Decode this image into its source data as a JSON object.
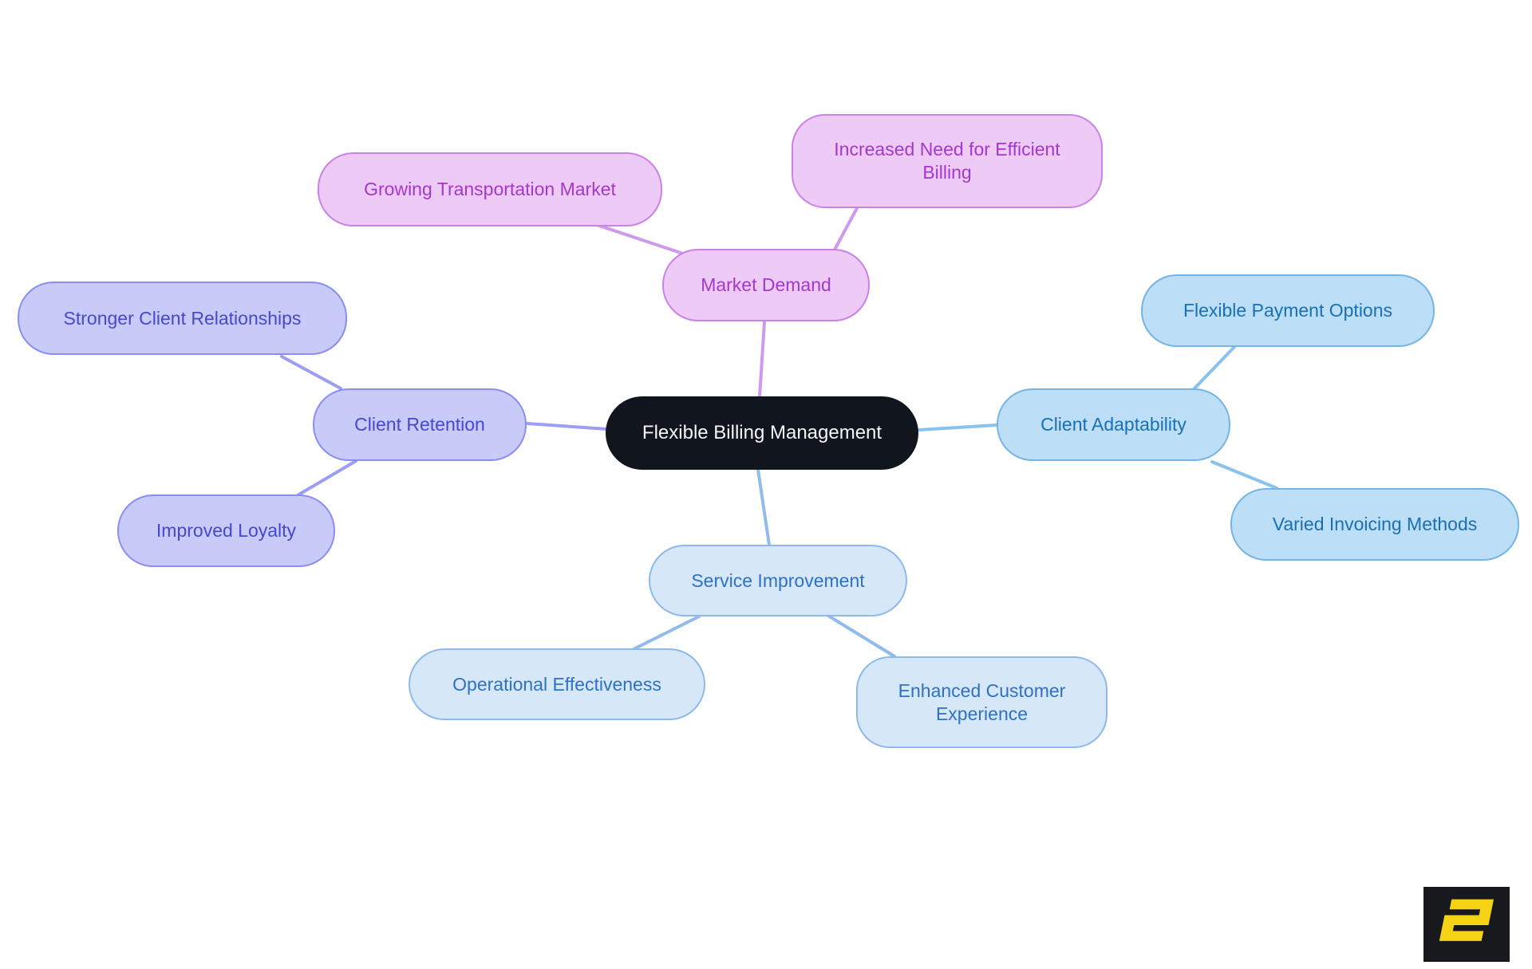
{
  "mindmap": {
    "root": {
      "label": "Flexible Billing Management"
    },
    "branches": [
      {
        "label": "Market Demand",
        "theme": "market",
        "children": [
          {
            "label": "Growing Transportation Market"
          },
          {
            "label": "Increased Need for Efficient Billing"
          }
        ]
      },
      {
        "label": "Client Retention",
        "theme": "retention",
        "children": [
          {
            "label": "Stronger Client Relationships"
          },
          {
            "label": "Improved Loyalty"
          }
        ]
      },
      {
        "label": "Client Adaptability",
        "theme": "adaptability",
        "children": [
          {
            "label": "Flexible Payment Options"
          },
          {
            "label": "Varied Invoicing Methods"
          }
        ]
      },
      {
        "label": "Service Improvement",
        "theme": "service",
        "children": [
          {
            "label": "Operational Effectiveness"
          },
          {
            "label": "Enhanced Customer Experience"
          }
        ]
      }
    ]
  },
  "theme": {
    "page": {
      "bg": "#FFFFFF"
    },
    "central": {
      "fill": "#11151D",
      "text": "#F4F6F9"
    },
    "market": {
      "fill": "#EECAF7",
      "border": "#CB82E8",
      "text": "#A437CE",
      "edge": "#CE9AF0"
    },
    "retention": {
      "fill": "#C8CAF8",
      "border": "#8A8EF2",
      "text": "#4747CF",
      "edge": "#9B9EF3"
    },
    "adaptability": {
      "fill": "#BCDEF6",
      "border": "#74B5E6",
      "text": "#1A70B5",
      "edge": "#87C3EE"
    },
    "service": {
      "fill": "#D6E7F8",
      "border": "#8DBAEB",
      "text": "#2E71C5",
      "edge": "#90BBEC"
    },
    "logo": {
      "bg": "#17191D",
      "glyph": "#F4D314"
    }
  },
  "logo": {
    "letter": "S"
  }
}
